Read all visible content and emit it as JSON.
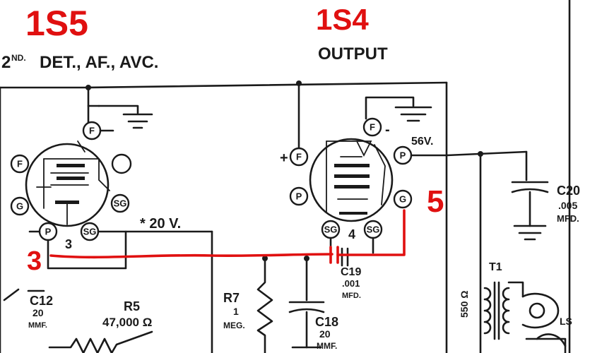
{
  "annotations": {
    "tube_left": "1S5",
    "tube_right": "1S4",
    "pin_left": "3",
    "pin_right": "5"
  },
  "headings": {
    "left_prefix": "2",
    "left_superscript": "ND.",
    "left_rest": "DET., AF., AVC.",
    "right": "OUTPUT"
  },
  "left_tube": {
    "pins": {
      "f_top": "F",
      "f_left": "F",
      "g_left": "G",
      "p": "P",
      "sg": "SG",
      "sg_right": "SG"
    },
    "socket_number": "3",
    "voltage_label": "* 20 V."
  },
  "right_tube": {
    "pins": {
      "f_top": "F",
      "f_left": "F",
      "p_left": "P",
      "p_right": "P",
      "g_right": "G",
      "sg_a": "SG",
      "sg_b": "SG"
    },
    "socket_number": "4",
    "voltage_label": "56V.",
    "plus_sign": "+",
    "minus_sign": "-"
  },
  "components": {
    "c12": {
      "name": "C12",
      "value": "20",
      "unit": "MMF."
    },
    "r5": {
      "name": "R5",
      "value": "47,000 Ω"
    },
    "r7": {
      "name": "R7",
      "value": "1",
      "unit": "MEG."
    },
    "c18": {
      "name": "C18",
      "value": "20",
      "unit": "MMF."
    },
    "c19": {
      "name": "C19",
      "value": ".001",
      "unit": "MFD."
    },
    "c20": {
      "name": "C20",
      "value": ".005",
      "unit": "MFD."
    },
    "t1": {
      "name": "T1",
      "value": "550 Ω"
    },
    "ls": {
      "name": "LS"
    }
  }
}
